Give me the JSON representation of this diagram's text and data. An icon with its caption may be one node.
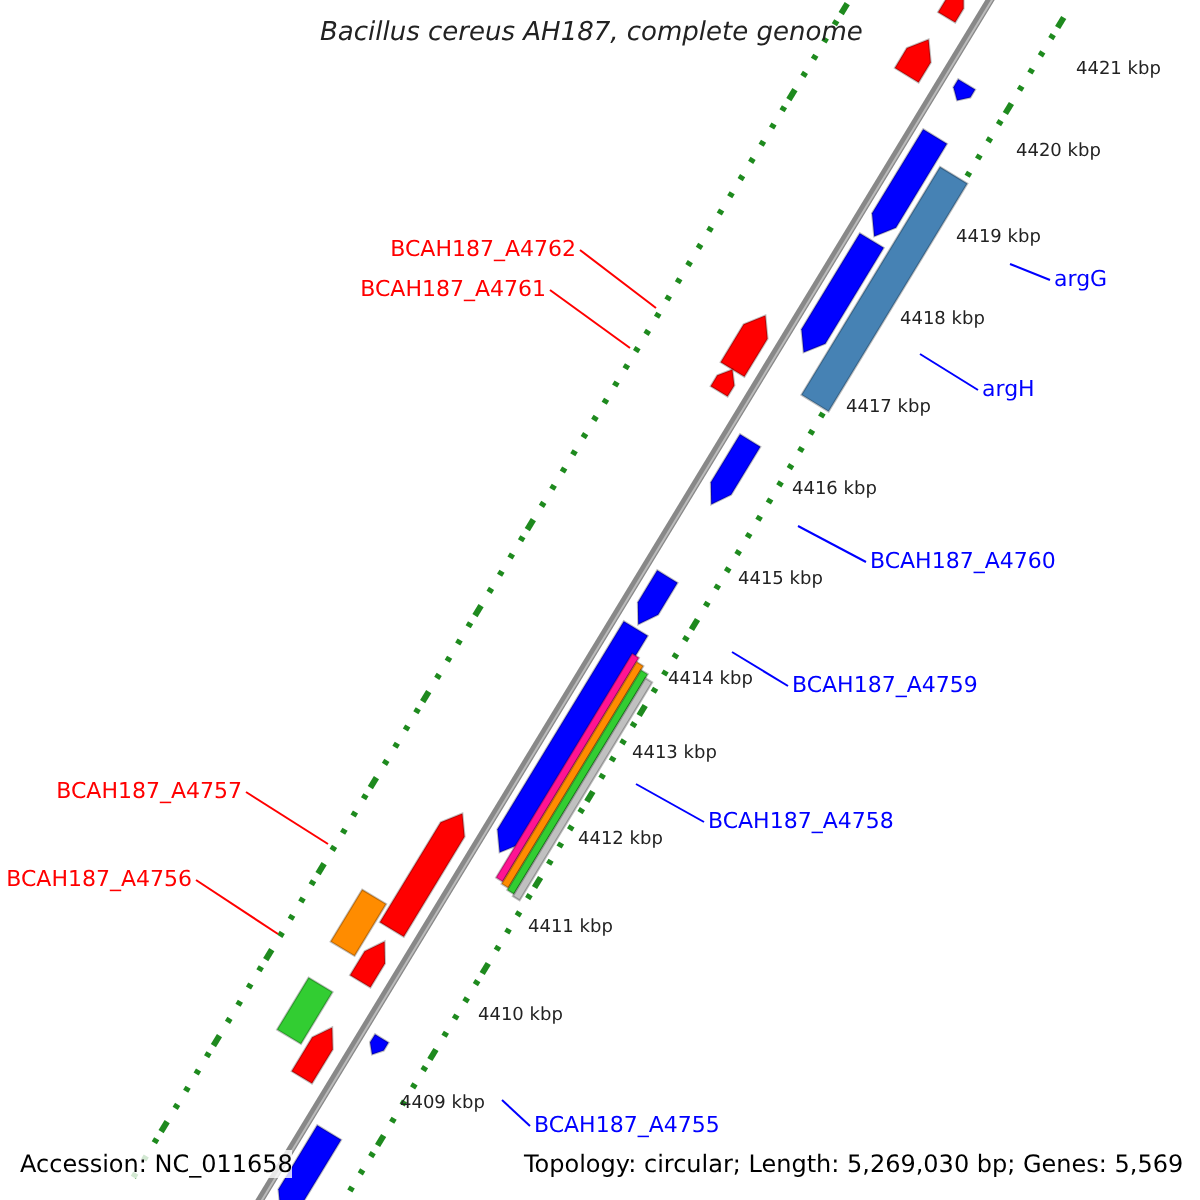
{
  "diagram": {
    "title": "Bacillus cereus AH187, complete genome",
    "nodes": [
      {
        "text": [
          "BCAH187_A4762"
        ]
      },
      {
        "text": [
          "BCAH187_A4761"
        ]
      },
      {
        "text": [
          "argG"
        ]
      },
      {
        "text": [
          "argH"
        ]
      },
      {
        "text": [
          "BCAH187_A4760"
        ]
      },
      {
        "text": [
          "BCAH187_A4759"
        ]
      },
      {
        "text": [
          "BCAH187_A4758"
        ]
      },
      {
        "text": [
          "BCAH187_A4757"
        ]
      },
      {
        "text": [
          "BCAH187_A4756"
        ]
      },
      {
        "text": [
          "BCAH187_A4755"
        ]
      }
    ],
    "edges": [
      {
        "from": 0,
        "to": null,
        "arrow": "none",
        "color": "#ff0000"
      },
      {
        "from": 1,
        "to": null,
        "arrow": "none",
        "color": "#ff0000"
      },
      {
        "from": 2,
        "to": null,
        "arrow": "none"
      },
      {
        "from": 3,
        "to": null,
        "arrow": "none"
      },
      {
        "from": 4,
        "to": null,
        "arrow": "none"
      },
      {
        "from": 5,
        "to": null,
        "arrow": "none"
      },
      {
        "from": 6,
        "to": null,
        "arrow": "none"
      },
      {
        "from": 7,
        "to": null,
        "arrow": "none",
        "color": "#ff0000"
      },
      {
        "from": 8,
        "to": null,
        "arrow": "none",
        "color": "#ff0000"
      },
      {
        "from": 9,
        "to": null,
        "arrow": "none"
      }
    ],
    "labels": [
      "4421 kbp",
      "4420 kbp",
      "4419 kbp",
      "4418 kbp",
      "4417 kbp",
      "4416 kbp",
      "4415 kbp",
      "4414 kbp",
      "4413 kbp",
      "4412 kbp",
      "4411 kbp",
      "4410 kbp",
      "4409 kbp",
      "Accession: NC_011658",
      "Topology: circular; Length: 5,269,030 bp; Genes: 5,569"
    ]
  }
}
